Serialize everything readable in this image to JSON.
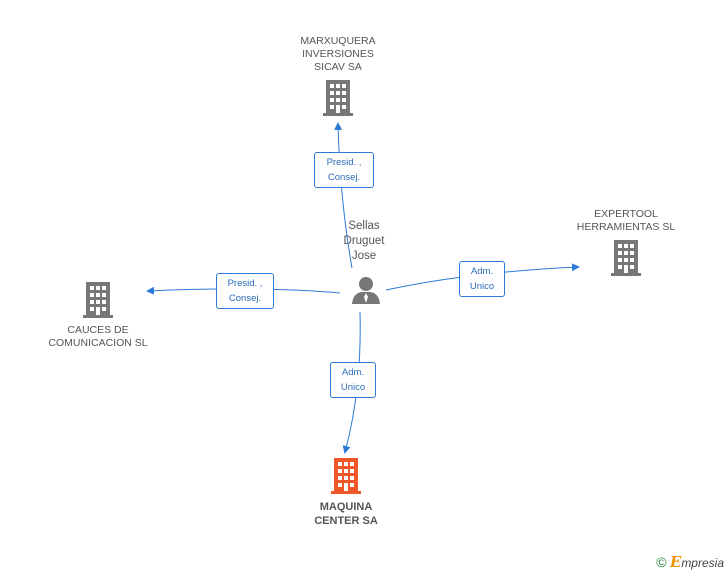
{
  "center": {
    "name_lines": [
      "Sellas",
      "Druguet",
      "Jose"
    ],
    "icon": "person-icon"
  },
  "companies": {
    "marxuquera": {
      "lines": [
        "MARXUQUERA",
        "INVERSIONES",
        "SICAV SA"
      ],
      "icon": "building-icon"
    },
    "expertool": {
      "lines": [
        "EXPERTOOL",
        "HERRAMIENTAS SL"
      ],
      "icon": "building-icon"
    },
    "cauces": {
      "lines": [
        "CAUCES DE",
        "COMUNICACION SL"
      ],
      "icon": "building-icon"
    },
    "maquina": {
      "lines": [
        "MAQUINA",
        "CENTER SA"
      ],
      "icon": "building-icon",
      "highlight": true
    }
  },
  "roles": {
    "marxuquera": [
      "Presid. ,",
      "Consej."
    ],
    "expertool": [
      "Adm.",
      "Unico"
    ],
    "cauces": [
      "Presid. ,",
      "Consej."
    ],
    "maquina": [
      "Adm.",
      "Unico"
    ]
  },
  "colors": {
    "edge": "#2b7bd6",
    "building": "#777777",
    "building_focus": "#f0582a",
    "person": "#777777"
  },
  "footer": {
    "copyright_symbol": "©",
    "brand_initial": "E",
    "brand_rest": "mpresia"
  }
}
